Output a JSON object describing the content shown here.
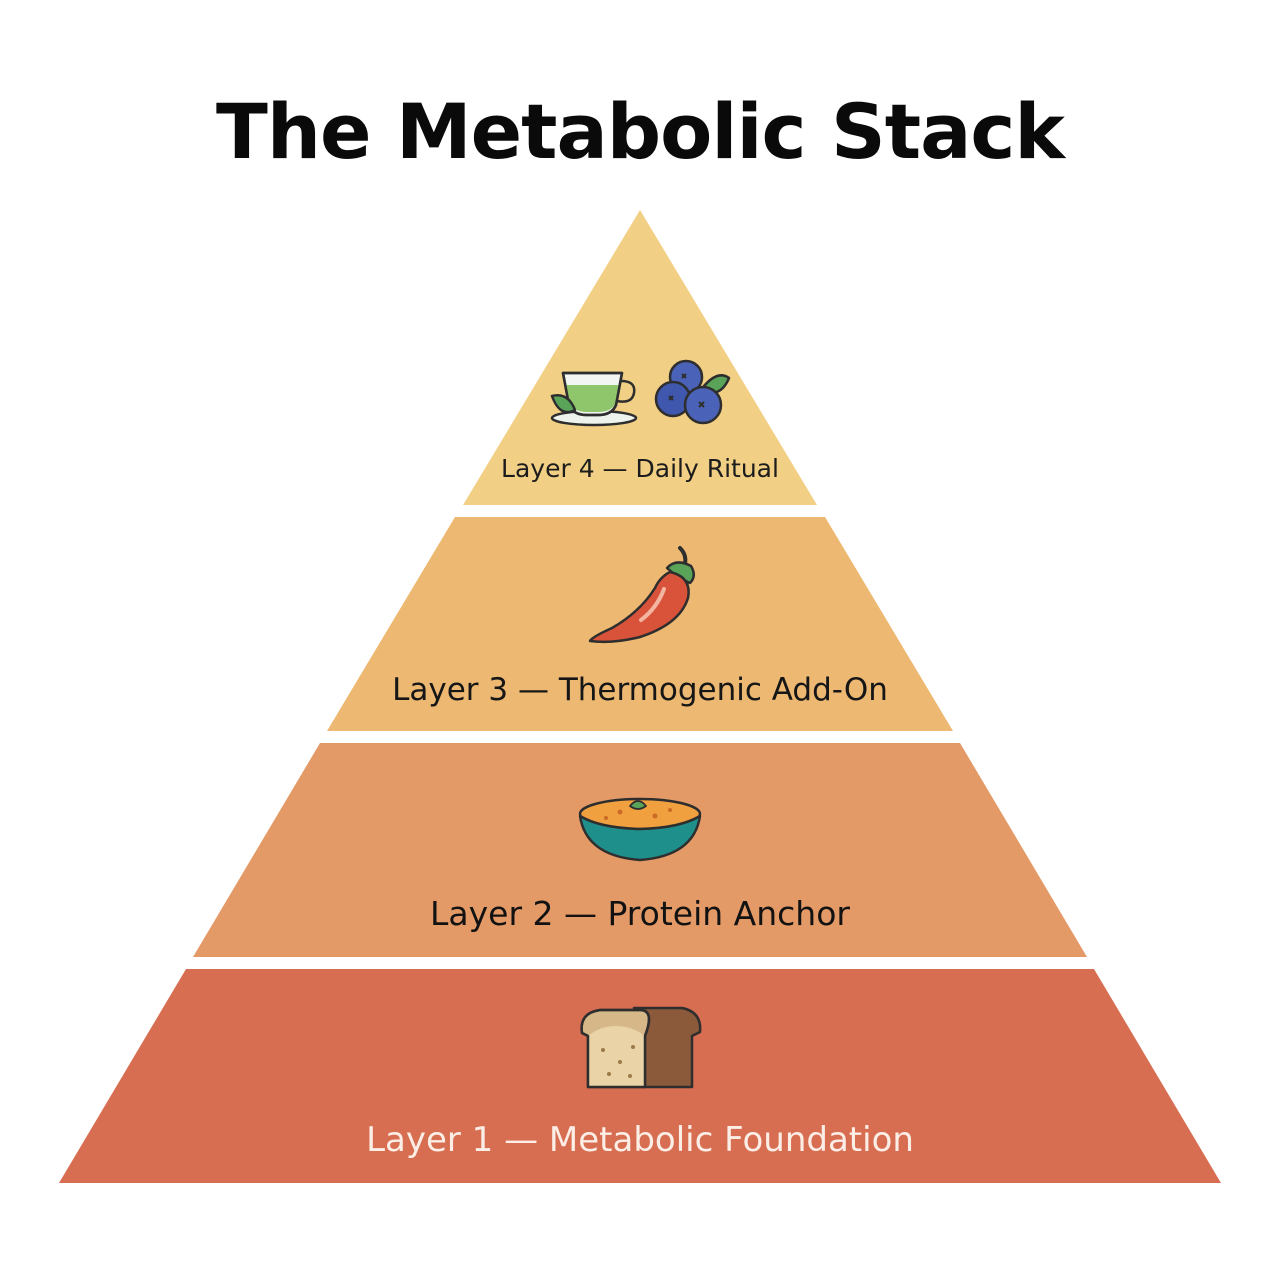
{
  "title": "The Metabolic Stack",
  "tiers": [
    {
      "label": "Layer 4 — Daily Ritual",
      "color": "#f1cf84",
      "icons": [
        "green-tea-cup-icon",
        "blueberries-icon"
      ]
    },
    {
      "label": "Layer 3 — Thermogenic Add-On",
      "color": "#ecb872",
      "icons": [
        "chili-pepper-icon"
      ]
    },
    {
      "label": "Layer 2 — Protein Anchor",
      "color": "#e49a67",
      "icons": [
        "food-bowl-icon"
      ]
    },
    {
      "label": "Layer 1 — Metabolic Foundation",
      "color": "#d86e51",
      "icons": [
        "bread-loaf-icon"
      ]
    }
  ]
}
